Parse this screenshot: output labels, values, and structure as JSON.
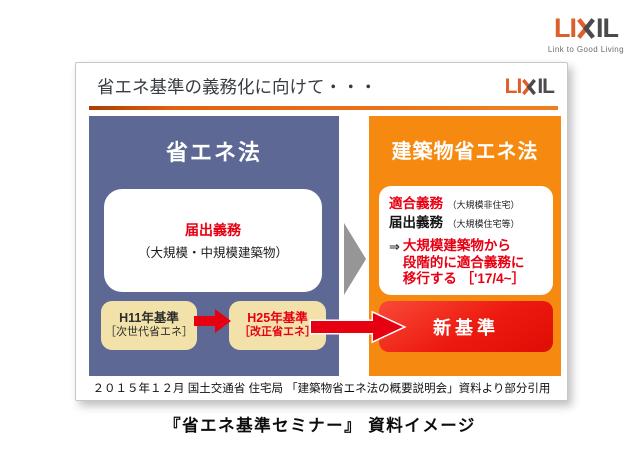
{
  "brand": {
    "name": "LIXIL",
    "letters_left": "LI",
    "letter_x": "X",
    "letters_right": "IL",
    "tagline": "Link to Good Living"
  },
  "slide": {
    "title": "省エネ基準の義務化に向けて・・・",
    "left_panel": {
      "title": "省エネ法",
      "duty_box": {
        "heading": "届出義務",
        "note": "（大規模・中規模建築物）"
      },
      "h11_box": {
        "label": "H11年基準",
        "sublabel": "［次世代省エネ］"
      },
      "h25_box": {
        "label": "H25年基準",
        "sublabel": "［改正省エネ］"
      }
    },
    "right_panel": {
      "title": "建築物省エネ法",
      "duties_box": {
        "item1_label": "適合義務",
        "item1_note": "（大規模非住宅）",
        "item2_label": "届出義務",
        "item2_note": "（大規模住宅等）",
        "arrow": "⇒",
        "transition_line1": "大規模建築物から",
        "transition_line2": "段階的に適合義務に",
        "transition_line3": "移行する ［'17/4~］"
      },
      "new_standard_label": "新基準"
    },
    "source_note": "２０１５年１２月 国土交通省 住宅局 「建築物省エネ法の概要説明会」資料より部分引用"
  },
  "footer": {
    "caption": "『省エネ基準セミナー』 資料イメージ"
  },
  "colors": {
    "brand_orange": "#dd5f2b",
    "brand_gray": "#4b4b4b",
    "rule_orange": "#e0600e",
    "panel_blue": "#5e6894",
    "panel_orange": "#f68a10",
    "tan_box": "#f2e2aa",
    "accent_red": "#e60012",
    "arrow_gray": "#969696"
  }
}
